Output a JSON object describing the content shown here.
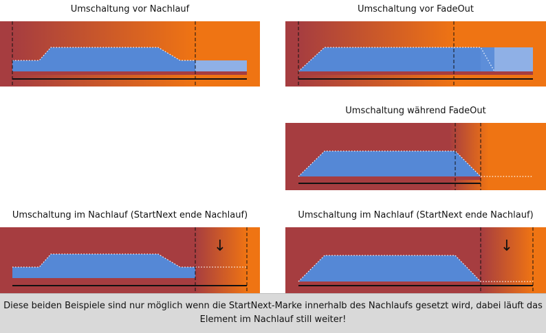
{
  "titles": {
    "p1": "Umschaltung vor Nachlauf",
    "p2": "Umschaltung vor FadeOut",
    "p3": "Umschaltung während FadeOut",
    "p4": "Umschaltung im Nachlauf (StartNext ende Nachlauf)",
    "p5": "Umschaltung im Nachlauf (StartNext ende Nachlauf)"
  },
  "arrow_glyph": "↓",
  "note": {
    "line1": "Diese beiden Beispiele sind nur möglich wenn die StartNext-Marke innerhalb des Nachlaufs gesetzt wird, dabei läuft das",
    "line2": "Element im Nachlauf still weiter!"
  },
  "colors": {
    "dark_red": "#a63d40",
    "orange": "#ef7413",
    "blue": "#5588d6",
    "light_blue": "#8fb0e6",
    "line": "#111111"
  }
}
